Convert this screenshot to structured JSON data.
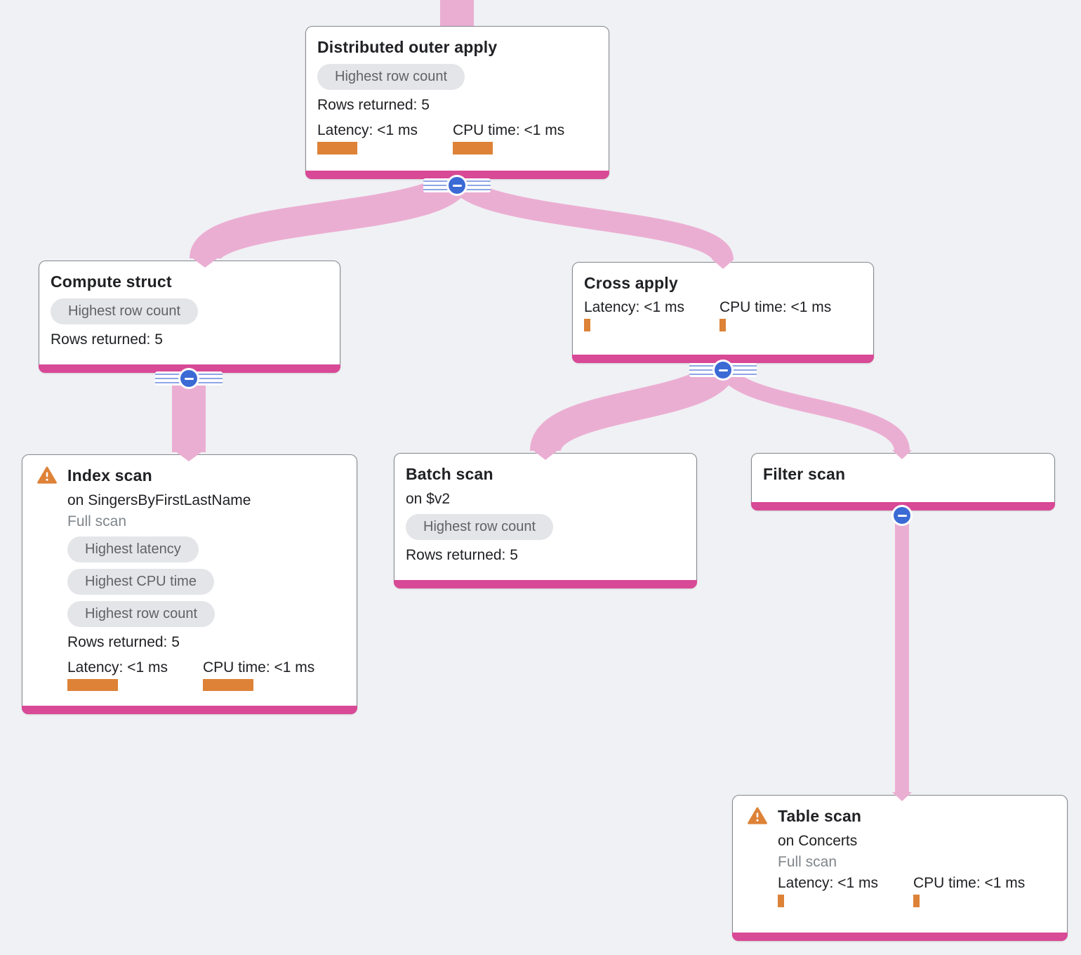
{
  "diagram_type": "query-execution-plan-tree",
  "colors": {
    "background": "#F0F1F4",
    "card_background": "#FFFFFF",
    "card_border": "#85898E",
    "node_bottom_bar_pink": "#D84996",
    "link_pink": "#EBAED3",
    "metric_bar_orange": "#DD8237",
    "badge_background": "#E4E5E8",
    "badge_text": "#5F6368",
    "muted_text": "#80868B",
    "title_text": "#202124",
    "collapse_button_blue": "#3B6AD5"
  },
  "icons": {
    "warning": "warning-triangle-icon",
    "collapse": "minus-circle-icon"
  },
  "nodes": [
    {
      "title": "Distributed outer apply",
      "badges": [
        "Highest row count"
      ],
      "rows": "Rows returned: 5",
      "latency": "Latency: <1 ms",
      "cpu": "CPU time: <1 ms"
    },
    {
      "title": "Compute struct",
      "badges": [
        "Highest row count"
      ],
      "rows": "Rows returned: 5"
    },
    {
      "title": "Cross apply",
      "latency": "Latency: <1 ms",
      "cpu": "CPU time: <1 ms"
    },
    {
      "title": "Index scan",
      "target": "on SingersByFirstLastName",
      "scan_mode": "Full scan",
      "badges": [
        "Highest latency",
        "Highest CPU time",
        "Highest row count"
      ],
      "rows": "Rows returned: 5",
      "latency": "Latency: <1 ms",
      "cpu": "CPU time: <1 ms",
      "has_warning": true
    },
    {
      "title": "Batch scan",
      "target": "on $v2",
      "badges": [
        "Highest row count"
      ],
      "rows": "Rows returned: 5"
    },
    {
      "title": "Filter scan"
    },
    {
      "title": "Table scan",
      "target": "on Concerts",
      "scan_mode": "Full scan",
      "latency": "Latency: <1 ms",
      "cpu": "CPU time: <1 ms",
      "has_warning": true
    }
  ],
  "edges": [
    {
      "from": "root",
      "to": "Distributed outer apply"
    },
    {
      "from": "Distributed outer apply",
      "to": "Compute struct"
    },
    {
      "from": "Distributed outer apply",
      "to": "Cross apply"
    },
    {
      "from": "Compute struct",
      "to": "Index scan"
    },
    {
      "from": "Cross apply",
      "to": "Batch scan"
    },
    {
      "from": "Cross apply",
      "to": "Filter scan"
    },
    {
      "from": "Filter scan",
      "to": "Table scan"
    }
  ]
}
